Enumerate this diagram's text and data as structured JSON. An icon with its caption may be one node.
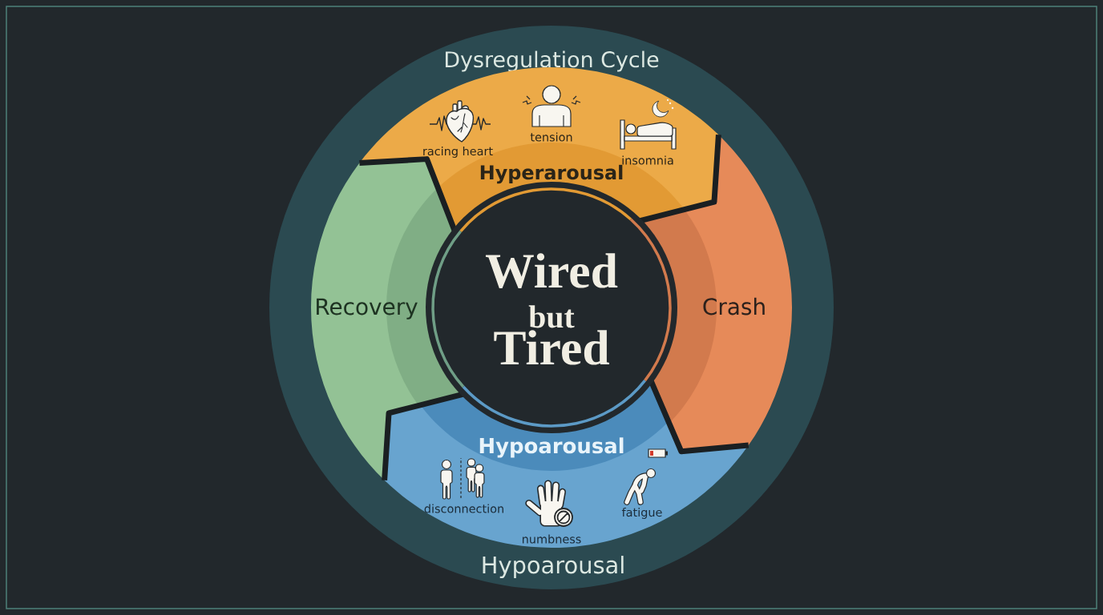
{
  "diagram": {
    "nodes": [
      {
        "text": [
          "Dysregulation Cycle",
          "Hypoarousal"
        ]
      },
      {
        "text": [
          "Hyperarousal",
          "racing heart",
          "tension",
          "insomnia"
        ],
        "in": 0
      },
      {
        "text": [
          "Recovery"
        ],
        "in": 0
      },
      {
        "text": [
          "Wired",
          "but",
          "Tired"
        ],
        "in": 0
      },
      {
        "text": [
          "Crash"
        ],
        "in": 0
      },
      {
        "text": [
          "Hypoarousal",
          "disconnection",
          "numbness",
          "fatigue"
        ],
        "in": 0
      }
    ]
  }
}
